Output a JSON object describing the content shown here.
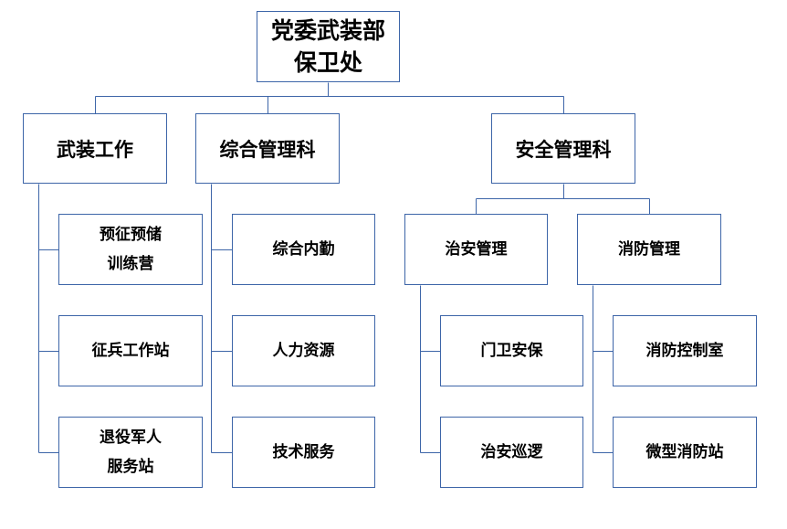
{
  "org_chart": {
    "root": {
      "lines": [
        "党委武装部",
        "保卫处"
      ]
    },
    "departments": [
      {
        "label": "武装工作"
      },
      {
        "label": "综合管理科"
      },
      {
        "label": "安全管理科"
      }
    ],
    "wuzhuang_units": [
      {
        "lines": [
          "预征预储",
          "训练营"
        ]
      },
      {
        "lines": [
          "征兵工作站"
        ]
      },
      {
        "lines": [
          "退役军人",
          "服务站"
        ]
      }
    ],
    "zonghe_units": [
      {
        "lines": [
          "综合内勤"
        ]
      },
      {
        "lines": [
          "人力资源"
        ]
      },
      {
        "lines": [
          "技术服务"
        ]
      }
    ],
    "anquan_sections": [
      {
        "label": "治安管理"
      },
      {
        "label": "消防管理"
      }
    ],
    "zhian_units": [
      {
        "lines": [
          "门卫安保"
        ]
      },
      {
        "lines": [
          "治安巡逻"
        ]
      }
    ],
    "xiaofang_units": [
      {
        "lines": [
          "消防控制室"
        ]
      },
      {
        "lines": [
          "微型消防站"
        ]
      }
    ],
    "colors": {
      "border": "#3d65a8",
      "line": "#3d65a8",
      "text": "#000000"
    }
  }
}
